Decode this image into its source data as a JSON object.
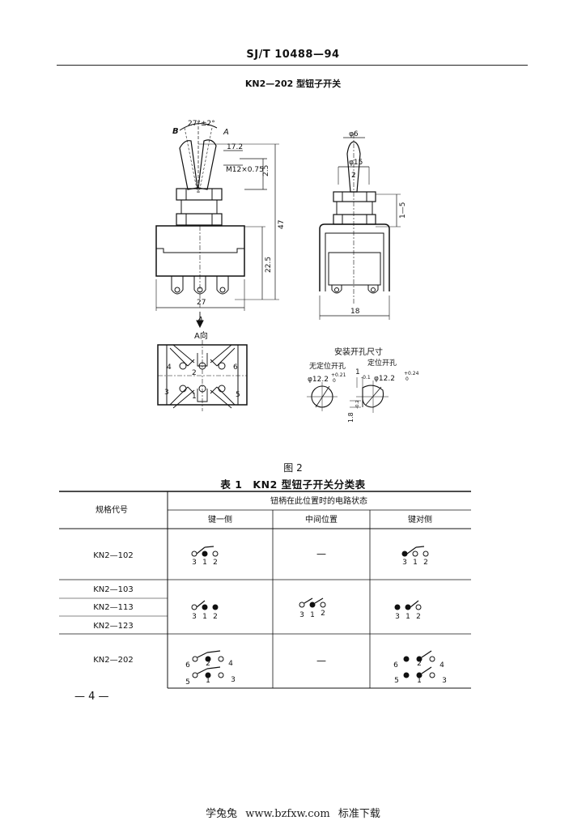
{
  "header": {
    "standard_code": "SJ/T 10488—94"
  },
  "figure": {
    "title": "KN2—202 型钮子开关",
    "angle_label": "27°±2°",
    "label_b": "B",
    "label_a": "A",
    "dim_17_2": "17.2",
    "dim_2_5": "2.5",
    "dim_thread": "M12×0.75",
    "dim_47": "47",
    "dim_22_5": "22.5",
    "dim_27": "27",
    "dim_phi6": "φ6",
    "dim_phi15": "φ15",
    "dim_2": "2",
    "dim_1_5": "1—5",
    "dim_18": "18",
    "view_a_label": "A",
    "view_a_dir": "A向",
    "terminals": [
      "4",
      "2",
      "6",
      "3",
      "1",
      "5"
    ],
    "mount_title": "安装开孔尺寸",
    "mount_no_pos": "无定位开孔",
    "mount_pos": "定位开孔",
    "mount_d1": "φ12.2",
    "mount_d1_tol": "+0.21",
    "mount_d1_tol_low": "0",
    "mount_gap": "1",
    "mount_gap_tol": "-0.1",
    "mount_d2": "φ12.2",
    "mount_d2_tol": "+0.24",
    "mount_d2_tol_low": "0",
    "mount_offset": "1.8",
    "mount_offset_tol": "-0.2",
    "caption": "图 2"
  },
  "table": {
    "title": "表 1　KN2 型钮子开关分类表",
    "col_model": "规格代号",
    "col_group": "钮柄在此位置时的电路状态",
    "col_side1": "键一侧",
    "col_middle": "中间位置",
    "col_side2": "键对侧",
    "dash": "—",
    "rows": [
      {
        "models": [
          "KN2—102"
        ]
      },
      {
        "models": [
          "KN2—103",
          "KN2—113",
          "KN2—123"
        ]
      },
      {
        "models": [
          "KN2—202"
        ]
      }
    ],
    "spdt_labels": [
      "3",
      "1",
      "2"
    ],
    "dpdt_top_labels": [
      "6",
      "2",
      "4"
    ],
    "dpdt_bottom_labels": [
      "5",
      "1",
      "3"
    ]
  },
  "footer": {
    "page_number": "— 4 —",
    "watermark": "学兔兔 www.bzfxw.com 标准下载"
  }
}
